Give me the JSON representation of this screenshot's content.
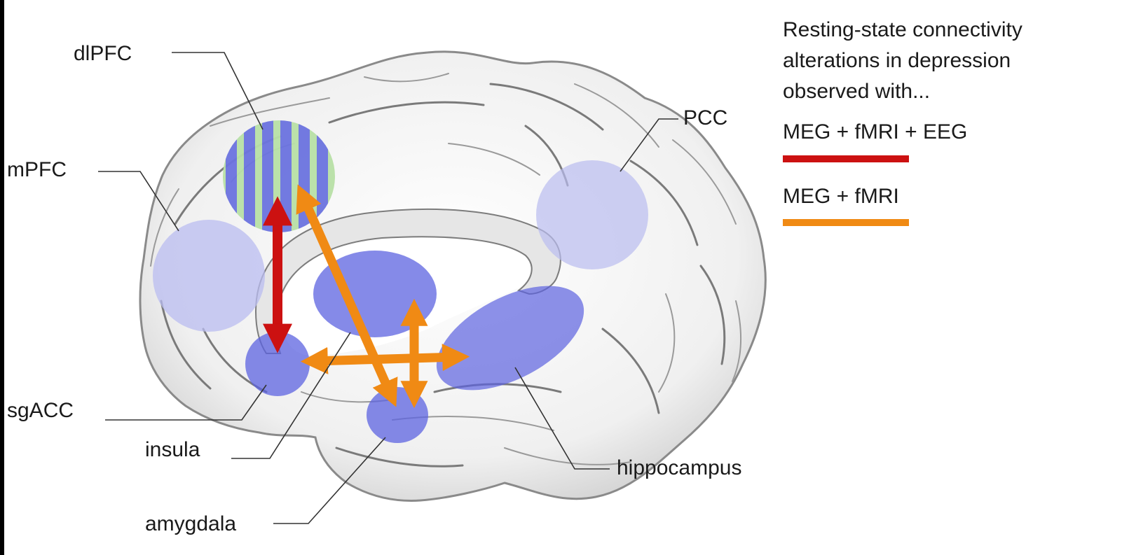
{
  "regions": {
    "dlpfc": "dlPFC",
    "mpfc": "mPFC",
    "sgacc": "sgACC",
    "insula": "insula",
    "amygdala": "amygdala",
    "hippocampus": "hippocampus",
    "pcc": "PCC"
  },
  "legend": {
    "title_line1": "Resting-state connectivity",
    "title_line2": "alterations in depression",
    "title_line3": "observed with...",
    "item1_label": "MEG + fMRI + EEG",
    "item1_color": "#cc1111",
    "item2_label": "MEG + fMRI",
    "item2_color": "#f08a14"
  },
  "colors": {
    "region_fill": "#5c63e0",
    "region_light": "#b9bcf0",
    "stripe_green": "#b8e0a6"
  }
}
